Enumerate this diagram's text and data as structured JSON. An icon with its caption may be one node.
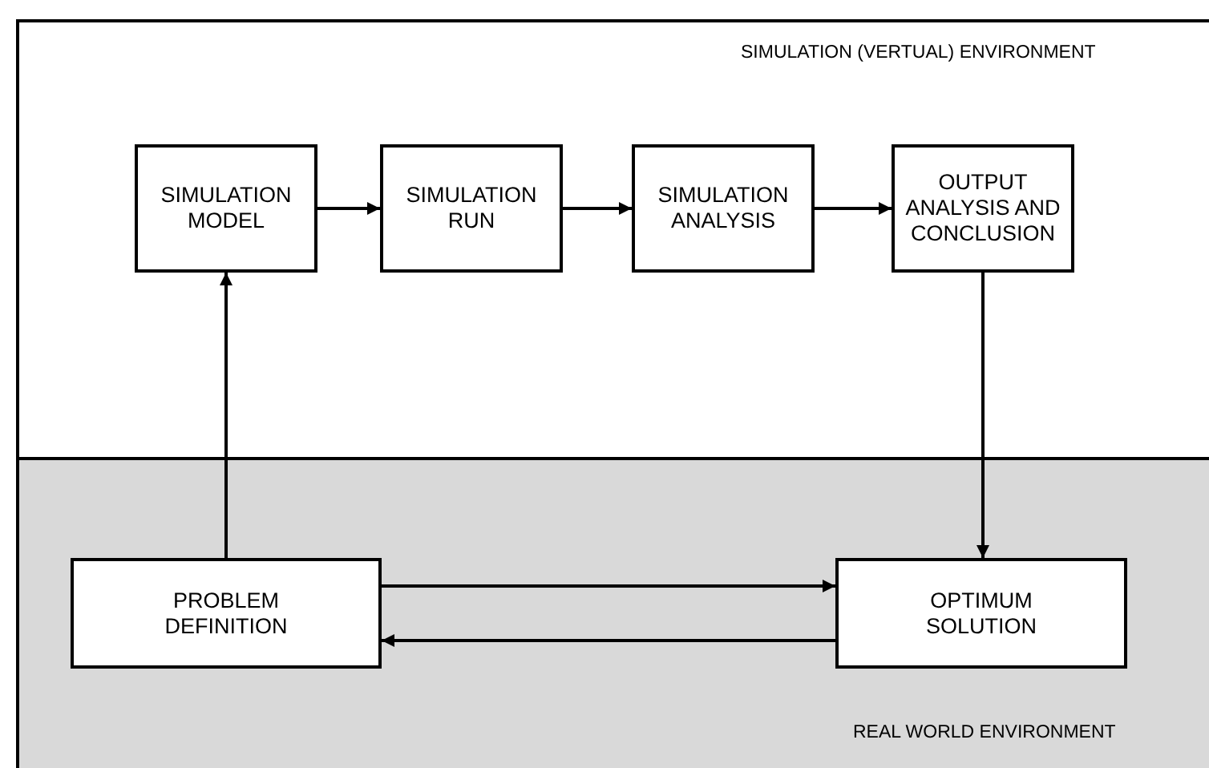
{
  "diagram": {
    "nodes": [
      {
        "text": [
          "SIMULATION (VERTUAL) ENVIRONMENT"
        ]
      },
      {
        "text": [
          "SIMULATION MODEL"
        ],
        "in": 0
      },
      {
        "text": [
          "SIMULATION RUN"
        ],
        "in": 0
      },
      {
        "text": [
          "SIMULATION ANALYSIS"
        ],
        "in": 0
      },
      {
        "text": [
          "OUTPUT ANALYSIS AND CONCLUSION"
        ],
        "in": 0
      },
      {
        "text": [
          "REAL WORLD ENVIRONMENT"
        ]
      },
      {
        "text": [
          "PROBLEM DEFINITION"
        ],
        "in": 5
      },
      {
        "text": [
          "OPTIMUM SOLUTION"
        ],
        "in": 5
      }
    ],
    "edges": [
      {
        "from": 1,
        "to": 2,
        "arrow": "to"
      },
      {
        "from": 2,
        "to": 3,
        "arrow": "to"
      },
      {
        "from": 3,
        "to": 4,
        "arrow": "to"
      },
      {
        "from": 6,
        "to": 1,
        "arrow": "to"
      },
      {
        "from": 4,
        "to": 7,
        "arrow": "to"
      },
      {
        "from": 6,
        "to": 7,
        "arrow": "to"
      },
      {
        "from": 7,
        "to": 6,
        "arrow": "to"
      }
    ]
  }
}
